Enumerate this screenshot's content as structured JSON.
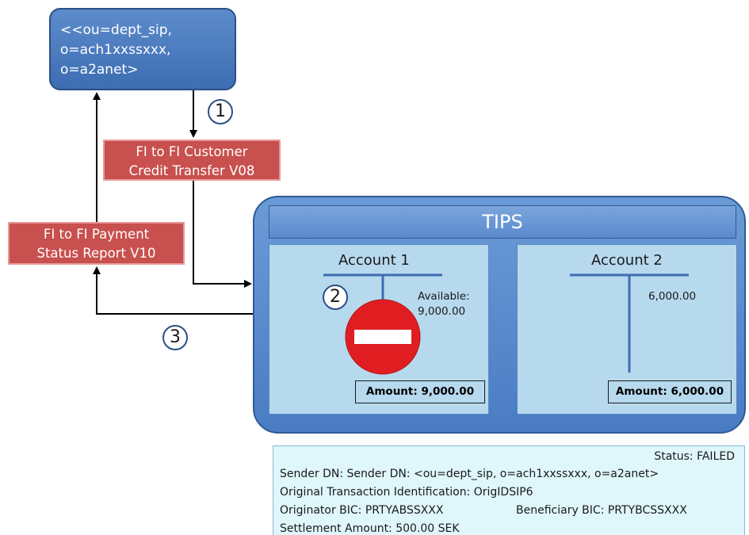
{
  "sender_box": {
    "lines": [
      "<<ou=dept_sip,",
      "o=ach1xxssxxx,",
      "o=a2anet>"
    ]
  },
  "request_msg": {
    "lines": [
      "FI to FI Customer",
      "Credit Transfer V08"
    ]
  },
  "report_msg": {
    "lines": [
      "FI to FI Payment",
      "Status Report V10"
    ]
  },
  "steps": [
    "1",
    "2",
    "3"
  ],
  "tips": {
    "title": "TIPS",
    "account1": {
      "title": "Account 1",
      "available_label": "Available:",
      "available_value": "9,000.00",
      "amount": "Amount: 9,000.00"
    },
    "account2": {
      "title": "Account 2",
      "value": "6,000.00",
      "amount": "Amount: 6,000.00"
    }
  },
  "status_panel": {
    "status": "Status: FAILED",
    "sender_dn": "Sender DN: Sender DN: <ou=dept_sip, o=ach1xxssxxx, o=a2anet>",
    "orig_tx_id": "Original Transaction Identification: OrigIDSIP6",
    "originator_bic": "Originator BIC: PRTYABSSXXX",
    "beneficiary_bic": "Beneficiary BIC: PRTYBCSSXXX",
    "settlement_amount": "Settlement Amount: 500.00 SEK"
  },
  "colors": {
    "sender_box": "#3d6db2",
    "message_box": "#c8504e",
    "tips_frame": "#4a7cc4",
    "account_panel": "#b7d9ee",
    "status_panel": "#dff6fb",
    "no_entry": "#e01e22"
  },
  "icons": [
    "no-entry-icon",
    "arrow-icon"
  ]
}
